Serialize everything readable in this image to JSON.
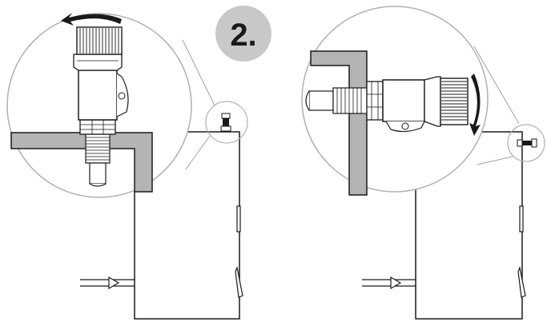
{
  "step": {
    "label": "2.",
    "badge_color": "#c8c8c8",
    "text_color": "#1a1a1a"
  },
  "colors": {
    "line": "#1a1a1a",
    "wall_fill": "#b4b4b4",
    "callout_fill": "#ffffff",
    "leader": "#9a9a9a"
  },
  "panels": [
    {
      "name": "vertical-mount",
      "rotation_arrow": "counter-clockwise",
      "mount": "top"
    },
    {
      "name": "horizontal-mount",
      "rotation_arrow": "clockwise",
      "mount": "side"
    }
  ]
}
